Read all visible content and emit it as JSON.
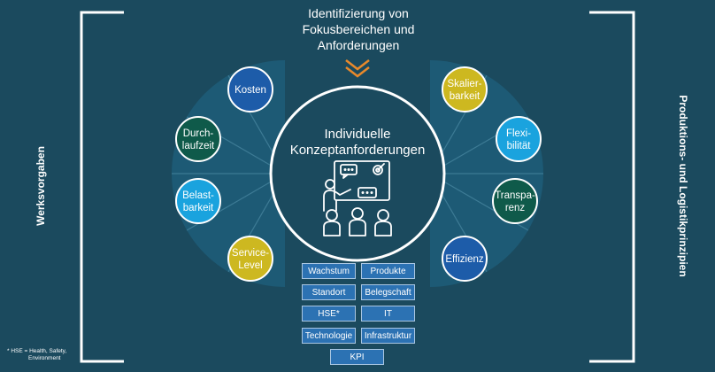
{
  "colors": {
    "background": "#1b4a5e",
    "fan": "#1d5a75",
    "fan_line": "#3d7b95",
    "yellow": "#cdb820",
    "dark_green": "#0f5a4a",
    "light_blue": "#1aa3de",
    "dark_blue": "#1d5ca9",
    "tile": "#2c72b3",
    "chevron": "#e8892b",
    "white": "#ffffff"
  },
  "header": {
    "line1": "Identifizierung von",
    "line2": "Fokusbereichen und",
    "line3": "Anforderungen",
    "chevron_icon": "double-chevron-down-icon"
  },
  "left_label": "Werksvorgaben",
  "right_label": "Produktions- und Logistikprinzipien",
  "center": {
    "line1": "Individuelle",
    "line2": "Konzeptanforderungen",
    "icon": "team-presentation-icon"
  },
  "left_circles": [
    {
      "lines": [
        "Kosten"
      ],
      "color": "dark_blue"
    },
    {
      "lines": [
        "Durch-",
        "laufzeit"
      ],
      "color": "dark_green"
    },
    {
      "lines": [
        "Belast-",
        "barkeit"
      ],
      "color": "light_blue"
    },
    {
      "lines": [
        "Service-",
        "Level"
      ],
      "color": "yellow"
    }
  ],
  "right_circles": [
    {
      "lines": [
        "Skalier-",
        "barkeit"
      ],
      "color": "yellow"
    },
    {
      "lines": [
        "Flexi-",
        "bilität"
      ],
      "color": "light_blue"
    },
    {
      "lines": [
        "Transpa-",
        "renz"
      ],
      "color": "dark_green"
    },
    {
      "lines": [
        "Effizienz"
      ],
      "color": "dark_blue"
    }
  ],
  "tiles": [
    "Wachstum",
    "Produkte",
    "Standort",
    "Belegschaft",
    "HSE*",
    "IT",
    "Technologie",
    "Infrastruktur",
    "KPI"
  ],
  "footnote": {
    "line1": "* HSE = Health, Safety,",
    "line2": "Environment"
  }
}
